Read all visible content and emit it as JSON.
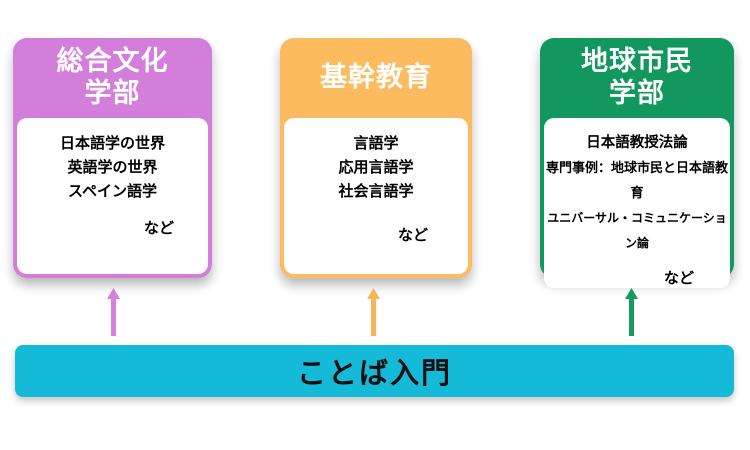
{
  "diagram": {
    "background_color": "#FFFFFF",
    "cards": [
      {
        "title_lines": [
          "総合文化",
          "学部"
        ],
        "color": "#D47EDB",
        "items": [
          "日本語学の世界",
          "英語学の世界",
          "スペイン語学"
        ],
        "etc_label": "など"
      },
      {
        "title_lines": [
          "基幹教育"
        ],
        "color": "#FBBB5E",
        "items": [
          "言語学",
          "応用言語学",
          "社会言語学"
        ],
        "etc_label": "など"
      },
      {
        "title_lines": [
          "地球市民",
          "学部"
        ],
        "color": "#12985F",
        "items": [
          "日本語教授法論",
          "専門事例：地球市民と日本語教育",
          "ユニバーサル・コミュニケーション論"
        ],
        "etc_label": "など"
      }
    ],
    "arrows": [
      {
        "color": "#D77FDE"
      },
      {
        "color": "#F7B458"
      },
      {
        "color": "#149A62"
      }
    ],
    "base_bar": {
      "label": "ことば入門",
      "color": "#16BAD9",
      "text_color": "#111111"
    }
  }
}
